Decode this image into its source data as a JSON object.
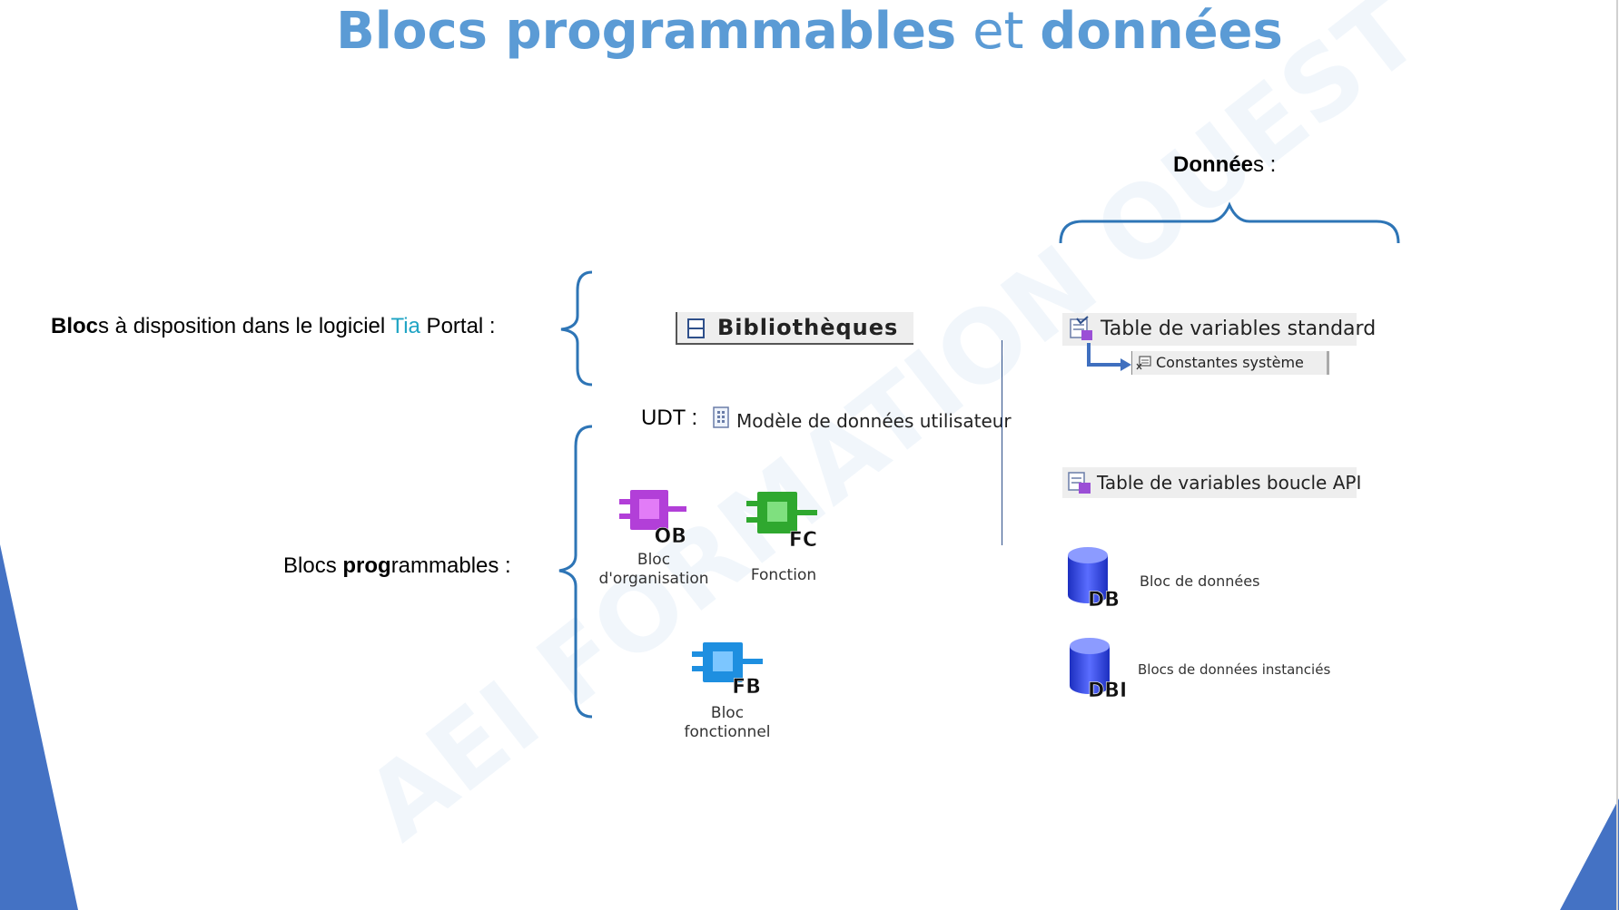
{
  "title": {
    "part1": "Blocs programmables",
    "part2": " et ",
    "part3": "données"
  },
  "watermark": "AEI FORMATION OUEST",
  "left_labels": {
    "tia_bold": "Bloc",
    "tia_rest": "s à disposition dans le logiciel ",
    "tia_name": "Tia",
    "tia_end": " Portal :",
    "prog_start": "Blocs ",
    "prog_bold": "prog",
    "prog_end": "rammables :"
  },
  "libraries": {
    "label": "Bibliothèques"
  },
  "udt": {
    "prefix": "UDT :",
    "label": "Modèle de données utilisateur"
  },
  "blocks": {
    "ob": {
      "badge": "OB",
      "caption_line1": "Bloc",
      "caption_line2": "d'organisation"
    },
    "fc": {
      "badge": "FC",
      "caption_line1": "Fonction"
    },
    "fb": {
      "badge": "FB",
      "caption_line1": "Bloc",
      "caption_line2": "fonctionnel"
    }
  },
  "data_section": {
    "header_bold": "Donnée",
    "header_rest": "s :",
    "std_table": "Table de variables standard",
    "sys_constants": "Constantes système",
    "loop_table": "Table de variables boucle API",
    "db": {
      "badge": "DB",
      "label": "Bloc de données"
    },
    "dbi": {
      "badge": "DBI",
      "label": "Blocs de données instanciés"
    }
  },
  "colors": {
    "accent": "#5b9bd5",
    "brace": "#2e75b6",
    "ob": "#b23fd8",
    "fc": "#2fa82f",
    "fb": "#1e8fe0",
    "db": "#2a3fd6",
    "corner": "#4472c4"
  }
}
